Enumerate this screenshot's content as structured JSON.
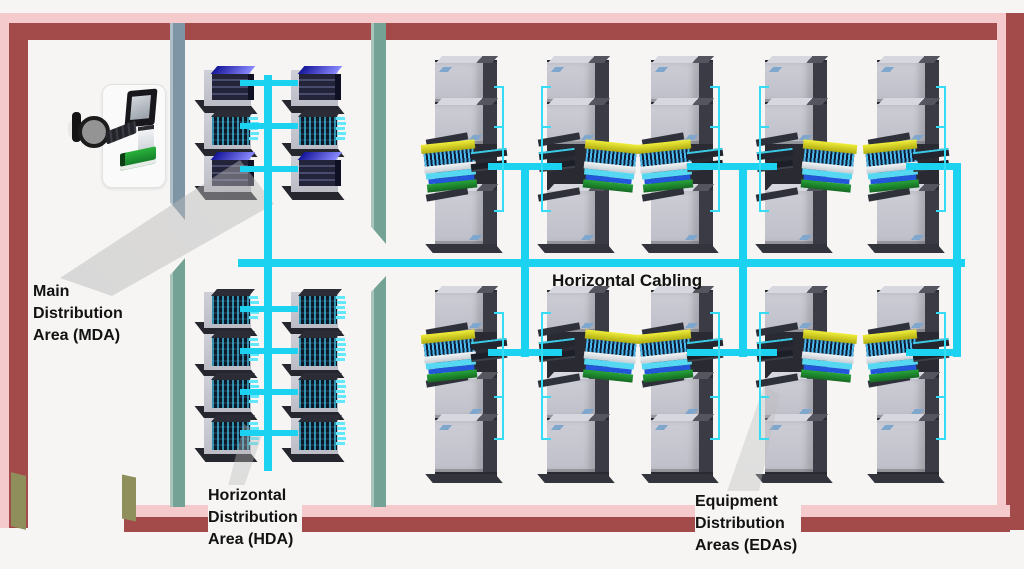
{
  "labels": {
    "mda": {
      "lines": [
        "Main",
        "Distribution",
        "Area (MDA)"
      ]
    },
    "hda": {
      "lines": [
        "Horizontal",
        "Distribution",
        "Area (HDA)"
      ]
    },
    "horizontal_cabling": "Horizontal Cabling",
    "eda": {
      "lines": [
        "Equipment",
        "Distribution",
        "Areas (EDAs)"
      ]
    }
  },
  "areas": {
    "mda": {
      "name": "Main Distribution Area (MDA)",
      "rack_rows": 3,
      "rack_cols": 2,
      "rack_count": 6
    },
    "hda": {
      "name": "Horizontal Distribution Area (HDA)",
      "rack_rows": 4,
      "rack_cols": 2,
      "rack_count": 8
    },
    "eda": {
      "name": "Equipment Distribution Areas (EDAs)",
      "rack_group_rows": 2,
      "rack_group_cols": 5,
      "rack_group_count": 10
    },
    "operator": {
      "icon": "operator-workstation-icon"
    }
  },
  "colors": {
    "cable_cyan": "#1bd3f1",
    "cable_bracket": "#35dcf6",
    "wall_red": "#a34a4a",
    "wall_pink": "#f4cacc",
    "divider_teal": "#74a396",
    "divider_blue_gray": "#7e95a6",
    "wall_end_olive": "#8f8f5c",
    "floor": "#f6f5f4",
    "label_text": "#121212",
    "cabinet_front": "#c6c6cf",
    "cabinet_side": "#3b3b45",
    "equip_yellow": "#e0dd24",
    "equip_white": "#e9eef2",
    "equip_cyan": "#56d8f2",
    "equip_blue": "#2157d8",
    "equip_green": "#1f9a30",
    "server_top_blue": "#3434c8"
  }
}
